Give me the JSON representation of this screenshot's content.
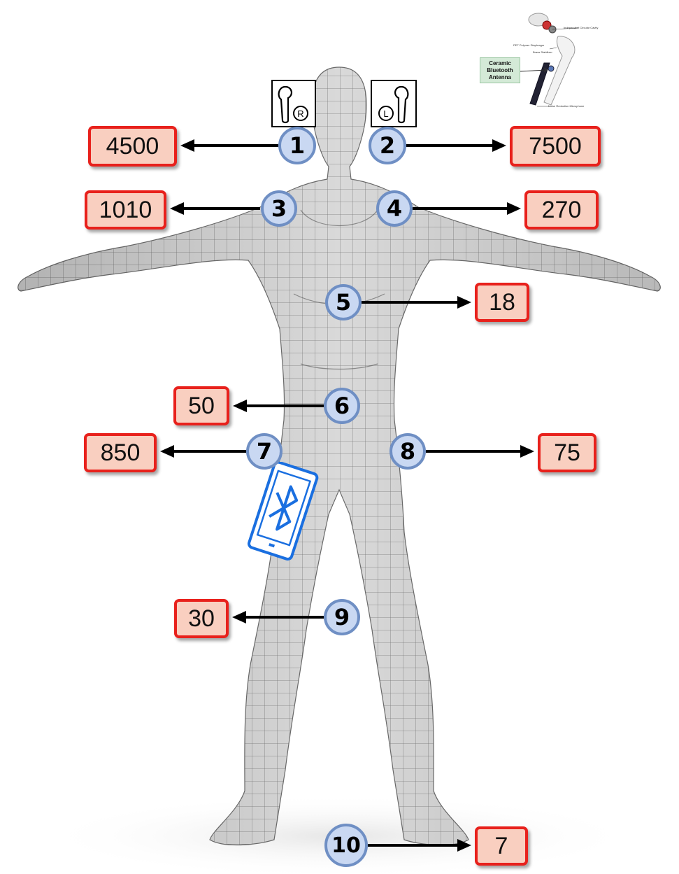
{
  "earbud_icons": {
    "right": "R",
    "left": "L"
  },
  "inset": {
    "labels": [
      "Independent Circular Cavity",
      "PET Polymer Diaphragm",
      "Brass Stabilizer",
      "Noise Reduction Microphone"
    ],
    "antenna_lines": [
      "Ceramic",
      "Bluetooth",
      "Antenna"
    ]
  },
  "phone_icon": "bluetooth-phone-icon",
  "points": [
    {
      "id": "1",
      "value": "4500"
    },
    {
      "id": "2",
      "value": "7500"
    },
    {
      "id": "3",
      "value": "1010"
    },
    {
      "id": "4",
      "value": "270"
    },
    {
      "id": "5",
      "value": "18"
    },
    {
      "id": "6",
      "value": "50"
    },
    {
      "id": "7",
      "value": "850"
    },
    {
      "id": "8",
      "value": "75"
    },
    {
      "id": "9",
      "value": "30"
    },
    {
      "id": "10",
      "value": "7"
    }
  ],
  "colors": {
    "value_border": "#e8211c",
    "value_fill": "#f9cfc0",
    "marker_fill": "#c9d8f2",
    "marker_border": "#6f8fc4",
    "bluetooth_blue": "#1a6fe0",
    "antenna_fill": "#d4ead7"
  }
}
